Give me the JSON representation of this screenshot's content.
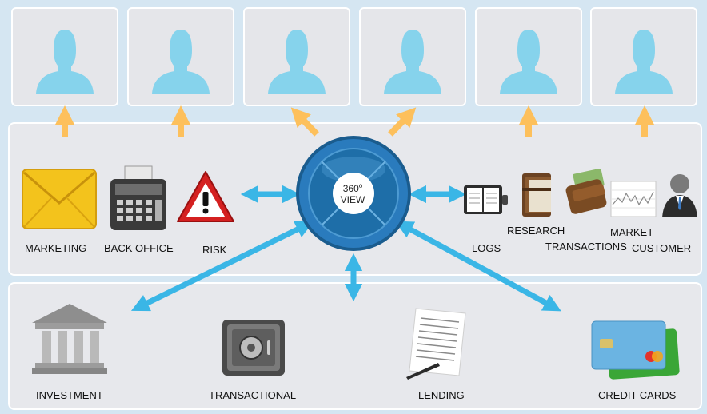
{
  "hub": {
    "value": "360",
    "sup": "o",
    "label": "VIEW"
  },
  "users": [
    {
      "icon": "user-silhouette-icon"
    },
    {
      "icon": "user-silhouette-icon"
    },
    {
      "icon": "user-silhouette-icon"
    },
    {
      "icon": "user-silhouette-icon"
    },
    {
      "icon": "user-silhouette-icon"
    },
    {
      "icon": "user-silhouette-icon"
    }
  ],
  "sources": {
    "marketing": "MARKETING",
    "back_office": "BACK OFFICE",
    "risk": "RISK",
    "logs": "LOGS",
    "research": "RESEARCH",
    "transactions": "TRANSACTIONS",
    "market": "MARKET",
    "customer": "CUSTOMER"
  },
  "services": {
    "investment": "INVESTMENT",
    "transactional": "TRANSACTIONAL",
    "lending": "LENDING",
    "credit_cards": "CREDIT CARDS"
  },
  "colors": {
    "background": "#d5e6f2",
    "panel": "#e7e8ec",
    "user_silhouette": "#86d3ec",
    "up_arrow": "#fdc05c",
    "link_arrow": "#3ab6e6",
    "hub": "#1e6ea8"
  }
}
